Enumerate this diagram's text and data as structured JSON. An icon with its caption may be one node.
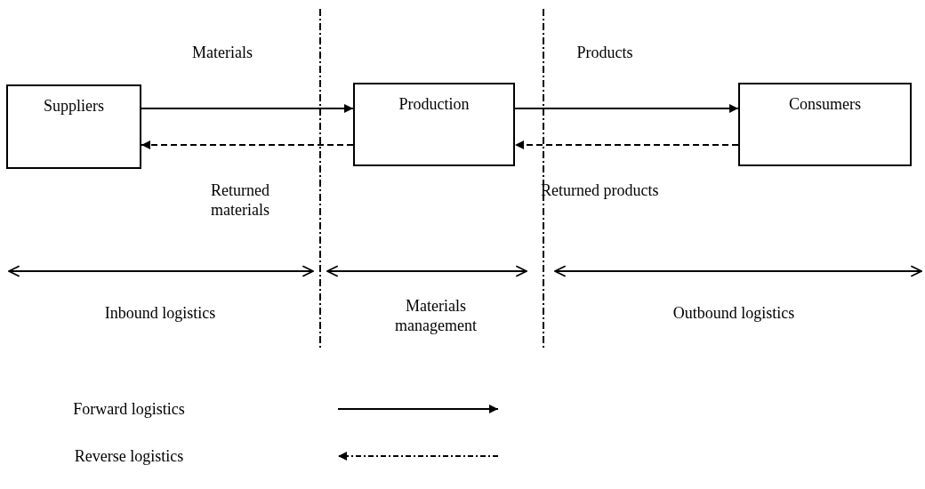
{
  "diagram": {
    "nodes": [
      {
        "text": [
          "Suppliers"
        ]
      },
      {
        "text": [
          "Production"
        ]
      },
      {
        "text": [
          "Consumers"
        ]
      }
    ],
    "edges": [
      {
        "from": 0,
        "to": 1,
        "arrow": "to",
        "label": "Materials"
      },
      {
        "from": 1,
        "to": 0,
        "arrow": "to",
        "label": "Returned materials",
        "style": "dashed"
      },
      {
        "from": 1,
        "to": 2,
        "arrow": "to",
        "label": "Products"
      },
      {
        "from": 2,
        "to": 1,
        "arrow": "to",
        "label": "Returned products",
        "style": "dashed"
      }
    ],
    "labels": [
      "Inbound logistics",
      "Materials management",
      "Outbound logistics"
    ],
    "legend": [
      {
        "text": "Forward logistics"
      },
      {
        "text": "Reverse logistics"
      }
    ]
  }
}
